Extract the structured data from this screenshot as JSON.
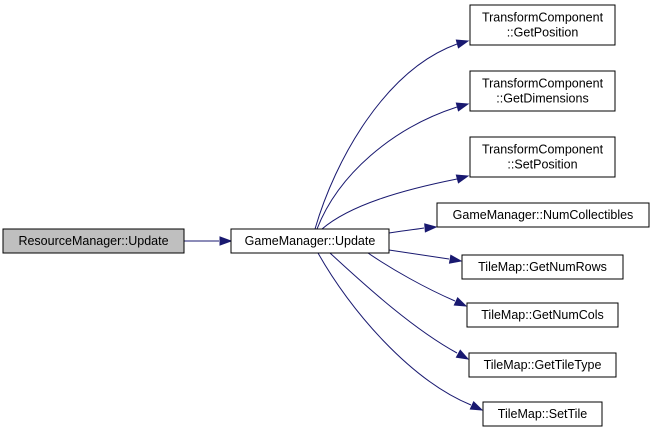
{
  "colors": {
    "edge": "#191970",
    "node_fill": "#ffffff",
    "node_highlight_fill": "#bfbfbf",
    "node_border": "#000000"
  },
  "nodes": [
    {
      "id": "resource-manager-update",
      "lines": [
        "ResourceManager::Update"
      ],
      "highlight": true
    },
    {
      "id": "game-manager-update",
      "lines": [
        "GameManager::Update"
      ],
      "highlight": false
    },
    {
      "id": "transform-get-position",
      "lines": [
        "TransformComponent",
        "::GetPosition"
      ],
      "highlight": false
    },
    {
      "id": "transform-get-dimensions",
      "lines": [
        "TransformComponent",
        "::GetDimensions"
      ],
      "highlight": false
    },
    {
      "id": "transform-set-position",
      "lines": [
        "TransformComponent",
        "::SetPosition"
      ],
      "highlight": false
    },
    {
      "id": "game-manager-num-collectibles",
      "lines": [
        "GameManager::NumCollectibles"
      ],
      "highlight": false
    },
    {
      "id": "tilemap-get-num-rows",
      "lines": [
        "TileMap::GetNumRows"
      ],
      "highlight": false
    },
    {
      "id": "tilemap-get-num-cols",
      "lines": [
        "TileMap::GetNumCols"
      ],
      "highlight": false
    },
    {
      "id": "tilemap-get-tile-type",
      "lines": [
        "TileMap::GetTileType"
      ],
      "highlight": false
    },
    {
      "id": "tilemap-set-tile",
      "lines": [
        "TileMap::SetTile"
      ],
      "highlight": false
    }
  ],
  "edges": [
    {
      "from": "resource-manager-update",
      "to": "game-manager-update"
    },
    {
      "from": "game-manager-update",
      "to": "transform-get-position"
    },
    {
      "from": "game-manager-update",
      "to": "transform-get-dimensions"
    },
    {
      "from": "game-manager-update",
      "to": "transform-set-position"
    },
    {
      "from": "game-manager-update",
      "to": "game-manager-num-collectibles"
    },
    {
      "from": "game-manager-update",
      "to": "tilemap-get-num-rows"
    },
    {
      "from": "game-manager-update",
      "to": "tilemap-get-num-cols"
    },
    {
      "from": "game-manager-update",
      "to": "tilemap-get-tile-type"
    },
    {
      "from": "game-manager-update",
      "to": "tilemap-set-tile"
    }
  ]
}
